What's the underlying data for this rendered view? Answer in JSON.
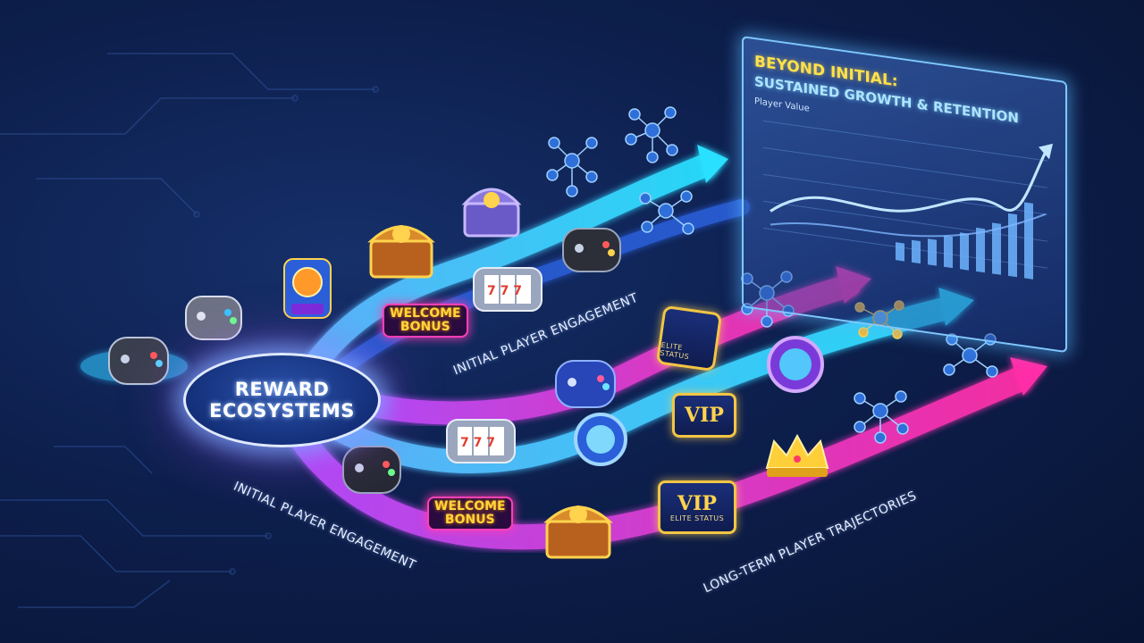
{
  "hub": {
    "line1": "REWARD",
    "line2": "ECOSYSTEMS"
  },
  "labels": {
    "initial_upper": "INITIAL PLAYER ENGAGEMENT",
    "initial_lower": "INITIAL PLAYER ENGAGEMENT",
    "long_term": "LONG-TERM PLAYER TRAJECTORIES"
  },
  "panel": {
    "title_line1": "BEYOND INITIAL:",
    "title_line2": "SUSTAINED GROWTH & RETENTION",
    "y_label": "Player Value"
  },
  "badges": {
    "welcome_1": "WELCOME",
    "welcome_2": "BONUS",
    "vip": "VIP",
    "elite": "ELITE STATUS"
  },
  "colors": {
    "background": "#0b1a3e",
    "path_cyan": "#29d3ff",
    "path_blue": "#2a5fd9",
    "path_magenta": "#ff2fa8",
    "accent_gold": "#ffd34d"
  },
  "icons": [
    "gamepad-icon",
    "slot-machine-icon",
    "treasure-chest-icon",
    "network-icon",
    "vip-badge-icon",
    "crown-icon",
    "medal-icon"
  ]
}
